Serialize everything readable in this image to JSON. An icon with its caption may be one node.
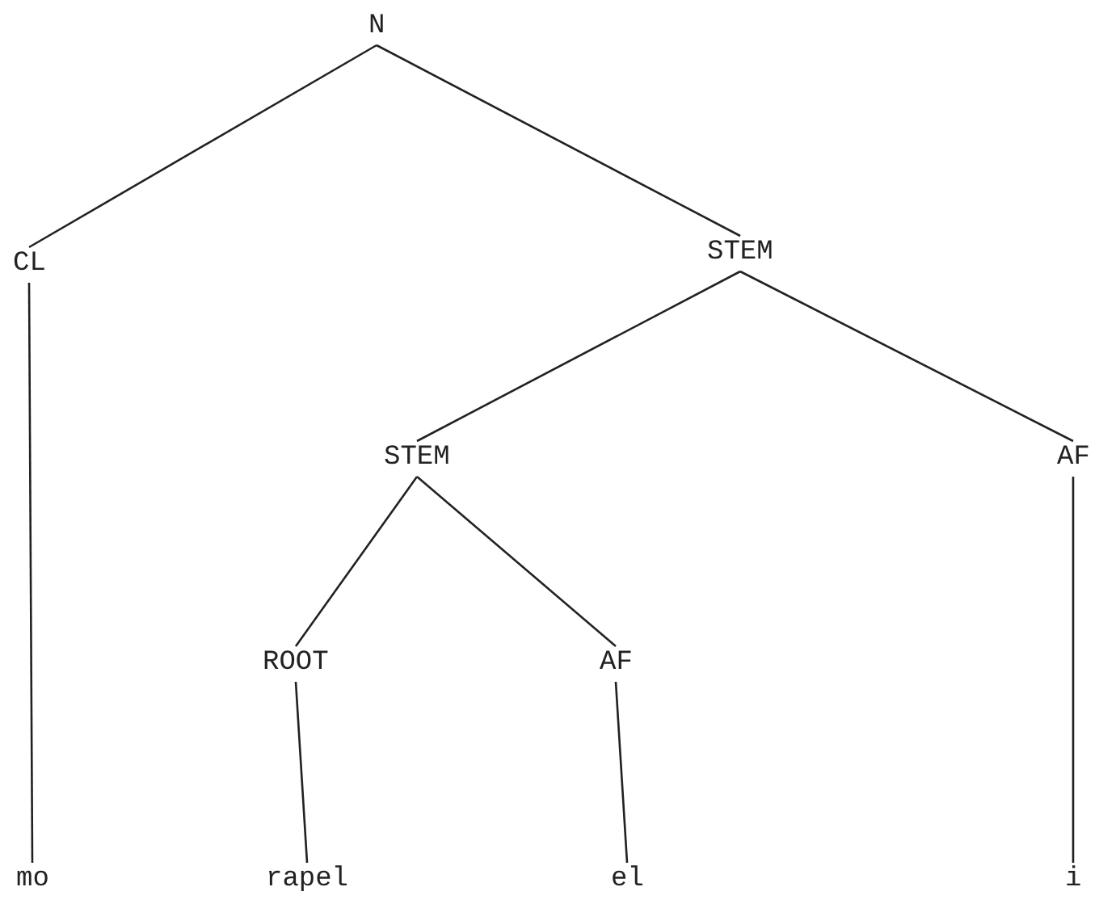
{
  "diagram": {
    "nodes": [
      {
        "text": [
          "N"
        ]
      },
      {
        "text": [
          "CL"
        ]
      },
      {
        "text": [
          "STEM"
        ]
      },
      {
        "text": [
          "STEM"
        ]
      },
      {
        "text": [
          "AF"
        ]
      },
      {
        "text": [
          "ROOT"
        ]
      },
      {
        "text": [
          "AF"
        ]
      },
      {
        "text": [
          "mo"
        ]
      },
      {
        "text": [
          "rapel"
        ]
      },
      {
        "text": [
          "el"
        ]
      },
      {
        "text": [
          "i"
        ]
      }
    ],
    "edges": [
      {
        "from": 0,
        "to": 1,
        "arrow": "none"
      },
      {
        "from": 0,
        "to": 2,
        "arrow": "none"
      },
      {
        "from": 2,
        "to": 3,
        "arrow": "none"
      },
      {
        "from": 2,
        "to": 4,
        "arrow": "none"
      },
      {
        "from": 3,
        "to": 5,
        "arrow": "none"
      },
      {
        "from": 3,
        "to": 6,
        "arrow": "none"
      },
      {
        "from": 1,
        "to": 7,
        "arrow": "none"
      },
      {
        "from": 5,
        "to": 8,
        "arrow": "none"
      },
      {
        "from": 6,
        "to": 9,
        "arrow": "none"
      },
      {
        "from": 4,
        "to": 10,
        "arrow": "none"
      }
    ]
  }
}
